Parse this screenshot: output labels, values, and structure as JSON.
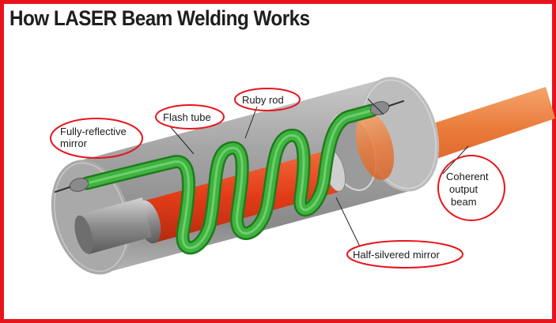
{
  "page": {
    "title": "How LASER Beam Welding Works"
  },
  "diagram": {
    "labels": {
      "fully_reflective_line1": "Fully-reflective",
      "fully_reflective_line2": "mirror",
      "flash_tube": "Flash tube",
      "ruby_rod": "Ruby rod",
      "coherent_line1": "Coherent",
      "coherent_line2": "output",
      "coherent_line3": "beam",
      "half_silvered": "Half-silvered mirror"
    },
    "colors": {
      "frame": "#e8141b",
      "highlight_circle": "#e8141b",
      "ruby_rod": "#e8431e",
      "flash_tube": "#3aa83a",
      "cylinder": "#9a9a9a",
      "beam": "#f08a4a"
    }
  }
}
